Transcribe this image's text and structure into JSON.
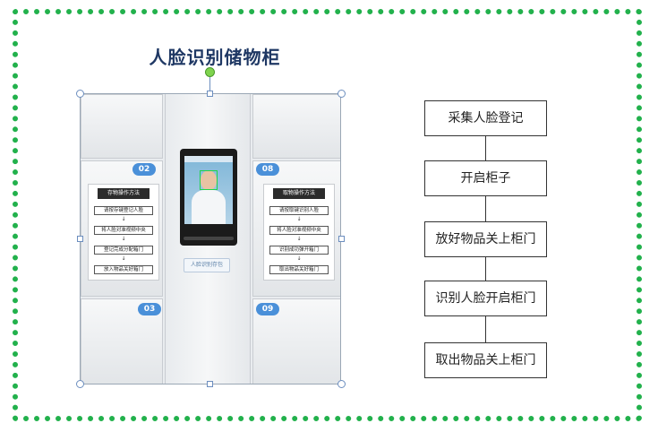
{
  "title": "人脸识别储物柜",
  "photo": {
    "badges": [
      "02",
      "08",
      "03",
      "09"
    ],
    "left_guide": {
      "title": "存物操作方法",
      "steps": [
        "请按存键登记人脸",
        "将人脸对准视频中央",
        "登记完成分配箱门",
        "放入物品关好箱门"
      ]
    },
    "right_guide": {
      "title": "取物操作方法",
      "steps": [
        "请按取键识别人脸",
        "将人脸对准视频中央",
        "识别成功弹开箱门",
        "取出物品关好箱门"
      ]
    },
    "sticker": "人脸识别存包",
    "arrow": "↓"
  },
  "flow": {
    "steps": [
      "采集人脸登记",
      "开启柜子",
      "放好物品关上柜门",
      "识别人脸开启柜门",
      "取出物品关上柜门"
    ]
  },
  "colors": {
    "border": "#22b14c",
    "title": "#1f3864",
    "badge": "#4a90d9",
    "rotate_handle": "#7fd34e",
    "face_box": "#22d34a"
  }
}
